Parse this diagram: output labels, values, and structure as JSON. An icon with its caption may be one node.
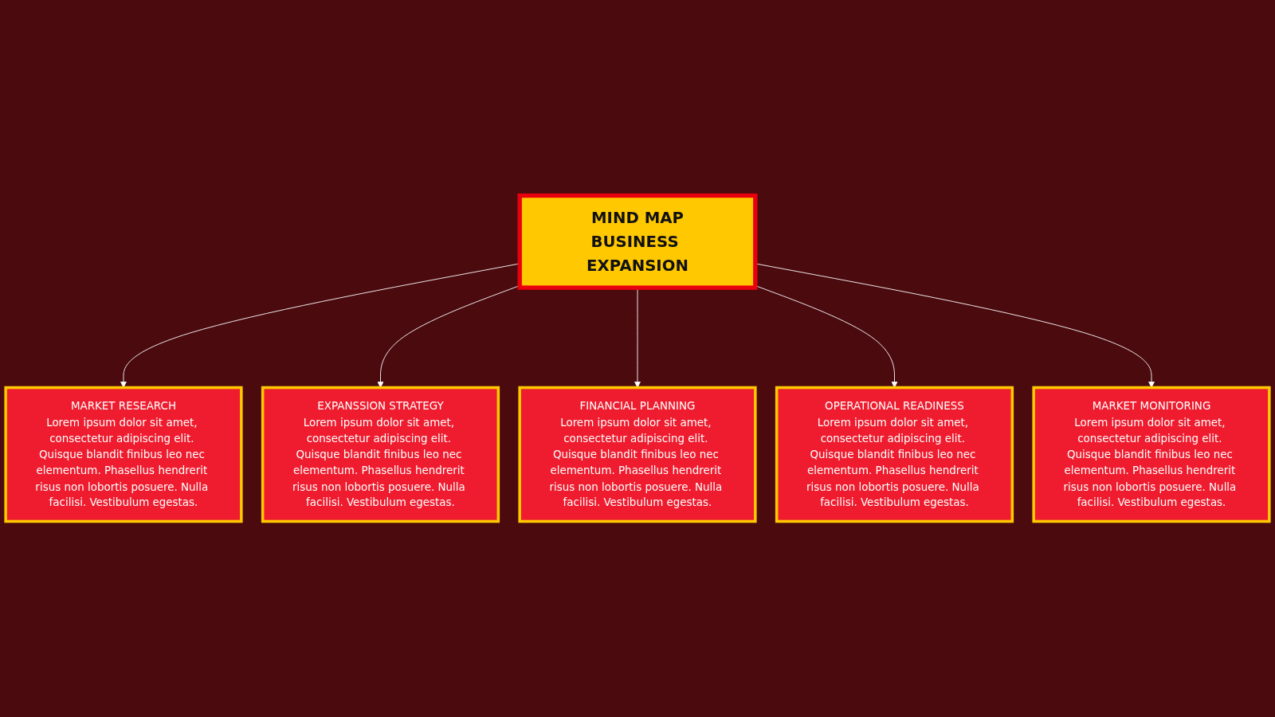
{
  "diagram": {
    "nodes": [
      {
        "text": [
          "MARKET RESEARCH",
          "Lorem ipsum dolor sit amet, consectetur adipiscing elit. Quisque blandit finibus leo nec elementum. Phasellus hendrerit risus non lobortis posuere. Nulla facilisi. Vestibulum egestas."
        ]
      },
      {
        "text": [
          "EXPANSSION STRATEGY",
          "Lorem ipsum dolor sit amet, consectetur adipiscing elit. Quisque blandit finibus leo nec elementum. Phasellus hendrerit risus non lobortis posuere. Nulla facilisi. Vestibulum egestas."
        ]
      },
      {
        "text": [
          "FINANCIAL PLANNING",
          "Lorem ipsum dolor sit amet, consectetur adipiscing elit. Quisque blandit finibus leo nec elementum. Phasellus hendrerit risus non lobortis posuere. Nulla facilisi. Vestibulum egestas."
        ]
      },
      {
        "text": [
          "OPERATIONAL READINESS",
          "Lorem ipsum dolor sit amet, consectetur adipiscing elit. Quisque blandit finibus leo nec elementum. Phasellus hendrerit risus non lobortis posuere. Nulla facilisi. Vestibulum egestas."
        ]
      },
      {
        "text": [
          "MIND MAP",
          "BUSINESS EXPANSION"
        ]
      },
      {
        "text": [
          "MARKET MONITORING",
          "Lorem ipsum dolor sit amet, consectetur adipiscing elit. Quisque blandit finibus leo nec elementum. Phasellus hendrerit risus non lobortis posuere. Nulla facilisi. Vestibulum egestas."
        ]
      }
    ],
    "edges": [
      {
        "from": 4,
        "to": 0,
        "arrow": "to"
      },
      {
        "from": 4,
        "to": 1,
        "arrow": "to"
      },
      {
        "from": 4,
        "to": 2,
        "arrow": "to"
      },
      {
        "from": 4,
        "to": 3,
        "arrow": "to"
      },
      {
        "from": 4,
        "to": 5,
        "arrow": "to"
      }
    ]
  }
}
